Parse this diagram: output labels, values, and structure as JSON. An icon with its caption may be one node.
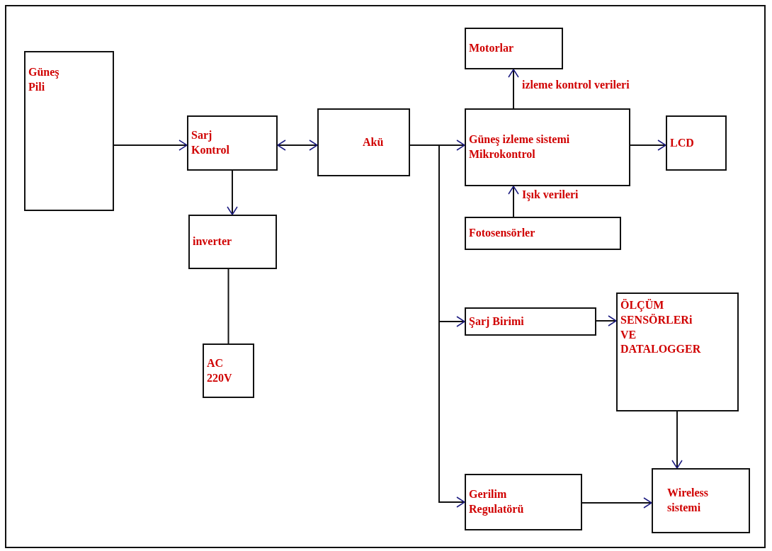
{
  "diagram": {
    "nodes": [
      {
        "text": [
          "Güneş Pili"
        ]
      },
      {
        "text": [
          "Sarj Kontrol"
        ]
      },
      {
        "text": [
          "Akü"
        ]
      },
      {
        "text": [
          "Güneş izleme sistemi Mikrokontrol"
        ]
      },
      {
        "text": [
          "Motorlar"
        ]
      },
      {
        "text": [
          "LCD"
        ]
      },
      {
        "text": [
          "Fotosensörler"
        ]
      },
      {
        "text": [
          "inverter"
        ]
      },
      {
        "text": [
          "AC 220V"
        ]
      },
      {
        "text": [
          "Şarj Birimi"
        ]
      },
      {
        "text": [
          "ÖLÇÜM SENSÖRLERi VE DATALOGGER"
        ]
      },
      {
        "text": [
          "Gerilim Regulatörü"
        ]
      },
      {
        "text": [
          "Wireless sistemi"
        ]
      }
    ],
    "edges": [
      {
        "from": 0,
        "to": 1,
        "arrow": "to"
      },
      {
        "from": 1,
        "to": 2,
        "arrow": "both"
      },
      {
        "from": 2,
        "to": 3,
        "arrow": "to"
      },
      {
        "from": 3,
        "to": 4,
        "arrow": "to",
        "label": "izleme kontrol verileri"
      },
      {
        "from": 3,
        "to": 5,
        "arrow": "to"
      },
      {
        "from": 6,
        "to": 3,
        "arrow": "to",
        "label": "Işık verileri"
      },
      {
        "from": 1,
        "to": 7,
        "arrow": "to"
      },
      {
        "from": 7,
        "to": 8,
        "arrow": "none"
      },
      {
        "from": 2,
        "to": 9,
        "arrow": "to"
      },
      {
        "from": 2,
        "to": 11,
        "arrow": "to"
      },
      {
        "from": 9,
        "to": 10,
        "arrow": "to"
      },
      {
        "from": 10,
        "to": 12,
        "arrow": "to"
      },
      {
        "from": 11,
        "to": 12,
        "arrow": "to"
      }
    ]
  }
}
